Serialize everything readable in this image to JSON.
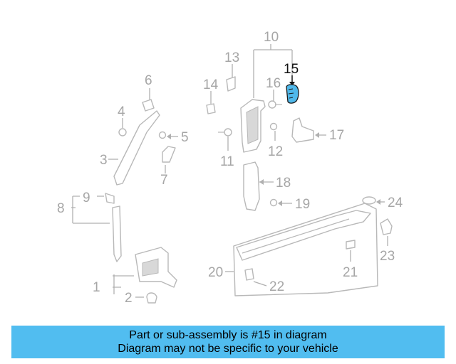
{
  "diagram": {
    "highlighted_callout": "15",
    "callouts": [
      "1",
      "2",
      "3",
      "4",
      "5",
      "6",
      "7",
      "8",
      "9",
      "10",
      "11",
      "12",
      "13",
      "14",
      "15",
      "16",
      "17",
      "18",
      "19",
      "20",
      "21",
      "22",
      "23",
      "24"
    ],
    "colors": {
      "highlight": "#4fb8ea",
      "banner": "#51bdf0",
      "part_line": "#b8b8b8",
      "label_gray": "#a6a6a6"
    }
  },
  "banner": {
    "line1": "Part or sub-assembly is #15 in diagram",
    "line2": "Diagram may not be specific to your vehicle"
  }
}
